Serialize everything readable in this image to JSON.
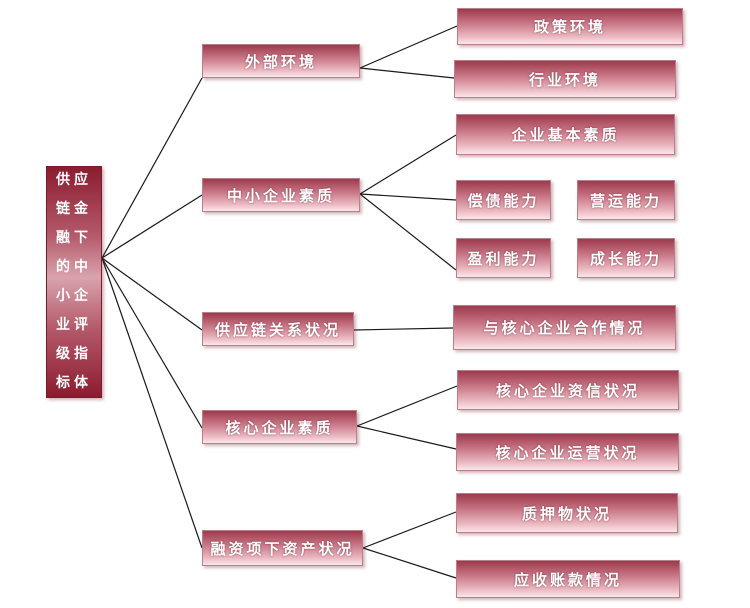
{
  "root": {
    "lines": [
      "供应",
      "链金",
      "融下",
      "的中",
      "小企",
      "业评",
      "级指",
      "标体"
    ]
  },
  "categories": {
    "external": "外部环境",
    "sme_quality": "中小企业素质",
    "supply_chain": "供应链关系状况",
    "core_quality": "核心企业素质",
    "financing_assets": "融资项下资产状况"
  },
  "items": {
    "policy_env": "政策环境",
    "industry_env": "行业环境",
    "basic_quality": "企业基本素质",
    "solvency": "偿债能力",
    "operating": "营运能力",
    "profitability": "盈利能力",
    "growth": "成长能力",
    "core_cooperation": "与核心企业合作情况",
    "core_credit": "核心企业资信状况",
    "core_operation": "核心企业运营状况",
    "collateral": "质押物状况",
    "receivables": "应收账款情况"
  }
}
